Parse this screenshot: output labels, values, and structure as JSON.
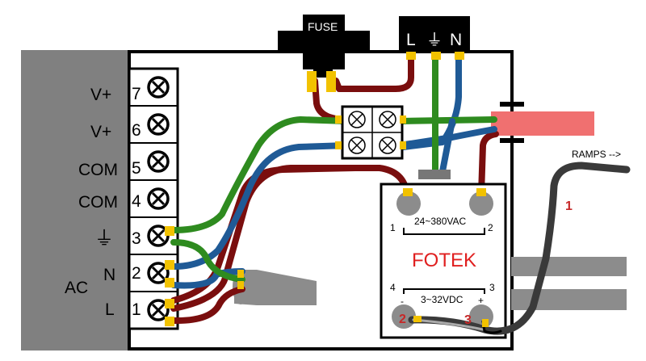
{
  "psu": {
    "terminals": [
      {
        "num": "7",
        "label": "V+"
      },
      {
        "num": "6",
        "label": "V+"
      },
      {
        "num": "5",
        "label": "COM"
      },
      {
        "num": "4",
        "label": "COM"
      },
      {
        "num": "3",
        "label": "⏚"
      },
      {
        "num": "2",
        "label": "N"
      },
      {
        "num": "1",
        "label": "L"
      }
    ],
    "ac_label": "AC"
  },
  "fuse": {
    "label": "FUSE"
  },
  "mains": {
    "l": "L",
    "ground": "⏚",
    "n": "N"
  },
  "ssr": {
    "brand": "FOTEK",
    "ac_rating": "24~380VAC",
    "dc_rating": "3~32VDC",
    "pin1": "1",
    "pin2": "2",
    "pin3": "3",
    "pin4": "4",
    "minus": "-",
    "plus": "+"
  },
  "annotations": {
    "ramps": "RAMPS -->",
    "n1": "1",
    "n2": "2",
    "n3": "3"
  },
  "colors": {
    "live": "#7a0e0e",
    "neutral": "#1f5a96",
    "earth": "#2e8b1f",
    "connector": "#f2c200",
    "psu_gray": "#808080",
    "cable_gray": "#8c8c8c",
    "heatshrink": "#f07070"
  }
}
